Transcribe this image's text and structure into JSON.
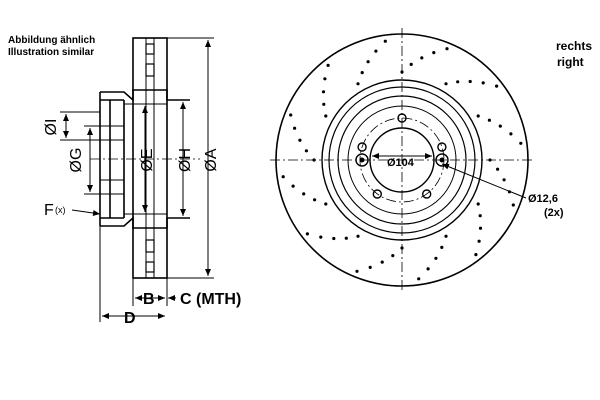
{
  "note": {
    "line1": "Abbildung ähnlich",
    "line2": "Illustration similar"
  },
  "side": {
    "line1": "rechts",
    "line2": "right"
  },
  "dims": {
    "I": "ØI",
    "G": "ØG",
    "E": "ØE",
    "H": "ØH",
    "A": "ØA",
    "F": "F",
    "F_sub": "(x)",
    "D": "D",
    "B": "B",
    "C": "C (MTH)"
  },
  "front": {
    "pcd": "Ø104",
    "hole": "Ø12,6",
    "hole_count": "(2x)"
  },
  "colors": {
    "line": "#000000",
    "background": "#ffffff"
  }
}
